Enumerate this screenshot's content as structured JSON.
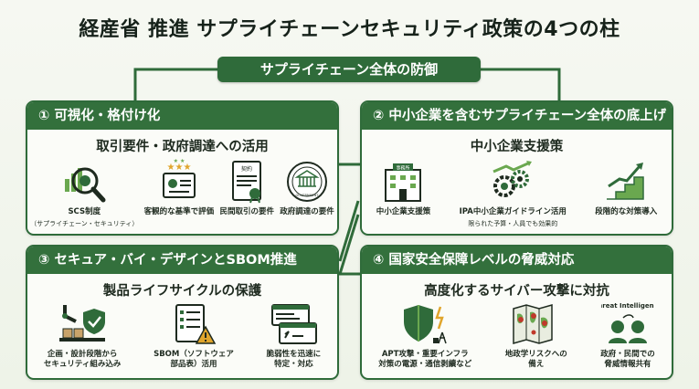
{
  "title": "経産省 推進 サプライチェーンセキュリティ政策の4つの柱",
  "banner": "サプライチェーン全体の防御",
  "colors": {
    "primary": "#2f6b3a",
    "header": "#33703c",
    "accent": "#6aa84f",
    "warning": "#e0a52c",
    "alert": "#c0392b"
  },
  "panels": [
    {
      "header": "① 可視化・格付け化",
      "subtitle": "取引要件・政府調達への活用",
      "items": [
        {
          "icon": "magnifier-chart-icon",
          "label": "SCS制度",
          "sublabel": "（サプライチェーン・セキュリティ）"
        },
        {
          "icon": "star-rating-certificate-icon",
          "label": "客観的な基準で評価",
          "sublabel": ""
        },
        {
          "icon": "contract-document-icon",
          "label": "民間取引の要件",
          "sublabel": ""
        },
        {
          "icon": "government-seal-icon",
          "label": "政府調達の要件",
          "sublabel": ""
        }
      ],
      "doc_label": "契約",
      "seal_label": "GOVERNMENT"
    },
    {
      "header": "② 中小企業を含むサプライチェーン全体の底上げ",
      "subtitle": "中小企業支援策",
      "items": [
        {
          "icon": "office-building-icon",
          "label": "中小企業支援策",
          "sublabel": ""
        },
        {
          "icon": "gears-growth-icon",
          "label": "IPA中小企業ガイドライン活用",
          "sublabel": "限られた予算・人員でも効果的"
        },
        {
          "icon": "staircase-growth-icon",
          "label": "段階的な対策導入",
          "sublabel": ""
        }
      ],
      "building_sign": "事務所"
    },
    {
      "header": "③ セキュア・バイ・デザインとSBOM推進",
      "subtitle": "製品ライフサイクルの保護",
      "items": [
        {
          "icon": "robot-arm-shield-icon",
          "label": "企画・設計段階から",
          "label2": "セキュリティ組み込み"
        },
        {
          "icon": "checklist-warning-icon",
          "label": "SBOM（ソフトウェア",
          "label2": "部品表）活用"
        },
        {
          "icon": "code-windows-icon",
          "label": "脆弱性を迅速に",
          "label2": "特定・対応"
        }
      ]
    },
    {
      "header": "④ 国家安全保障レベルの脅威対応",
      "subtitle": "高度化するサイバー攻撃に対抗",
      "items": [
        {
          "icon": "shield-infrastructure-icon",
          "label": "APT攻撃・重要インフラ",
          "label2": "対策の電源・通信剥續など"
        },
        {
          "icon": "world-map-risk-icon",
          "label": "地政学リスクへの",
          "label2": "備え"
        },
        {
          "icon": "threat-intelligence-icon",
          "label": "政府・民間での",
          "label2": "脅威情報共有"
        }
      ],
      "threat_caption": "Threat Intelligence"
    }
  ]
}
